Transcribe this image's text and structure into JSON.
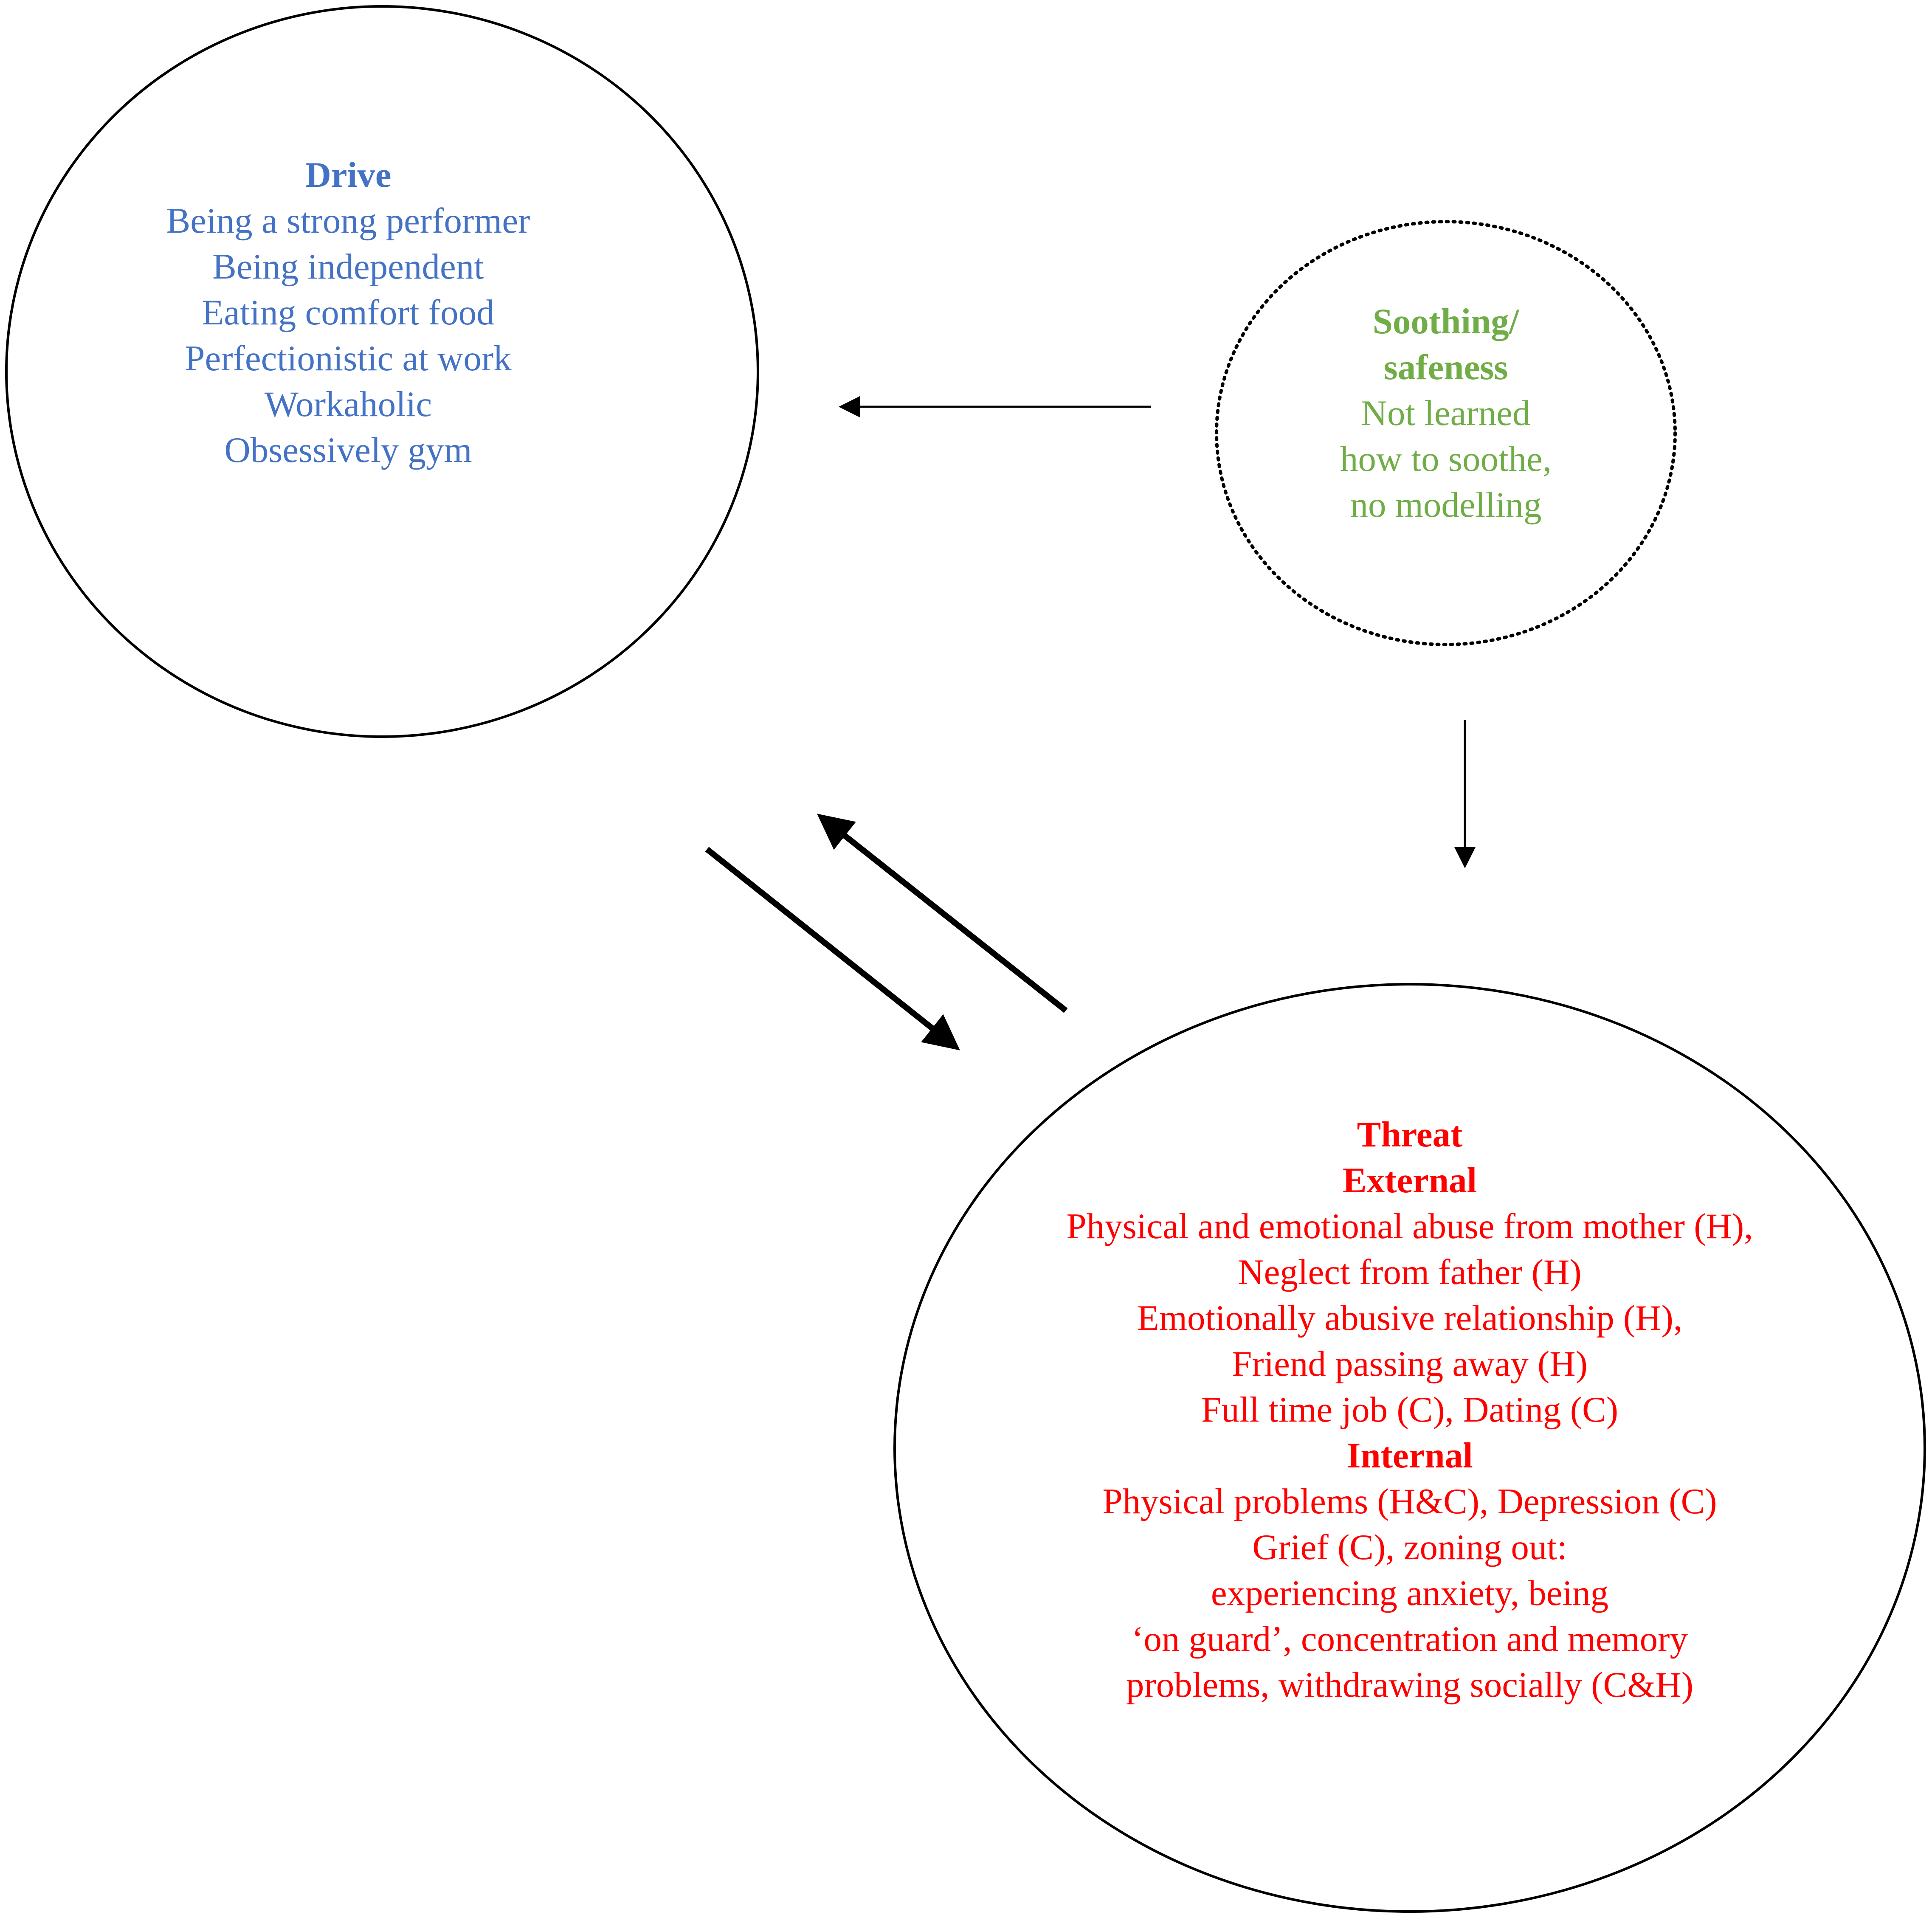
{
  "colors": {
    "drive": "#4472c4",
    "soothing": "#70ad47",
    "threat": "#ff0000",
    "outline": "#000000",
    "background": "#ffffff"
  },
  "drive": {
    "title": "Drive",
    "lines": [
      "Being a strong performer",
      "Being independent",
      "Eating comfort food",
      "Perfectionistic at work",
      "Workaholic",
      "Obsessively gym"
    ]
  },
  "soothing": {
    "title_lines": [
      "Soothing/",
      "safeness"
    ],
    "lines": [
      "Not learned",
      "how to soothe,",
      "no modelling"
    ]
  },
  "threat": {
    "title": "Threat",
    "external_heading": "External",
    "external_lines": [
      "Physical and emotional abuse from mother (H),",
      "Neglect from father (H)",
      "Emotionally abusive relationship (H),",
      "Friend passing away (H)",
      "Full time job (C), Dating (C)"
    ],
    "internal_heading": "Internal",
    "internal_lines": [
      "Physical problems (H&C), Depression (C)",
      "Grief (C), zoning out:",
      "experiencing anxiety, being",
      "‘on guard’, concentration and memory",
      "problems, withdrawing socially (C&H)"
    ]
  }
}
